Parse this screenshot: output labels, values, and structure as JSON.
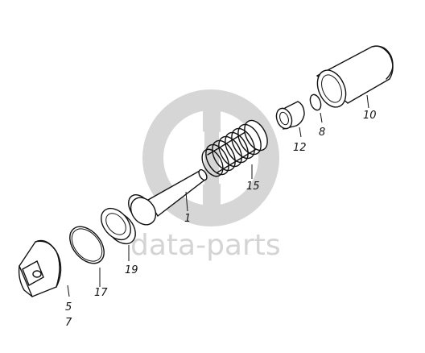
{
  "watermark": {
    "text": "data-parts"
  },
  "callouts": {
    "c1": "1",
    "c5": "5",
    "c7": "7",
    "c8": "8",
    "c10": "10",
    "c12": "12",
    "c15": "15",
    "c17": "17",
    "c19": "19"
  }
}
